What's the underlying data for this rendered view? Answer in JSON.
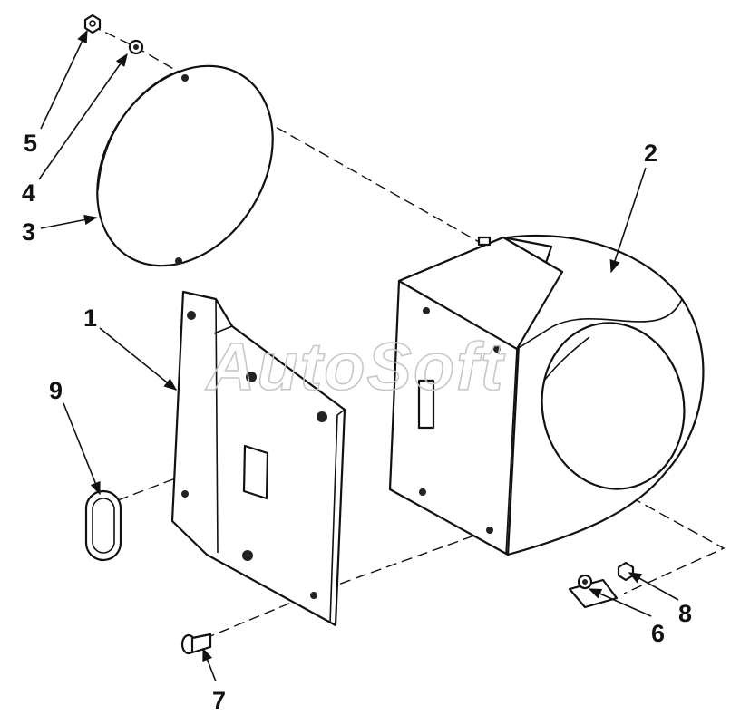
{
  "diagram": {
    "watermark": "AutoSoft",
    "callouts": [
      {
        "id": "1",
        "label": "1"
      },
      {
        "id": "2",
        "label": "2"
      },
      {
        "id": "3",
        "label": "3"
      },
      {
        "id": "4",
        "label": "4"
      },
      {
        "id": "5",
        "label": "5"
      },
      {
        "id": "6",
        "label": "6"
      },
      {
        "id": "7",
        "label": "7"
      },
      {
        "id": "8",
        "label": "8"
      },
      {
        "id": "9",
        "label": "9"
      }
    ]
  },
  "colors": {
    "line": "#111111",
    "watermark": "#c8c8c8",
    "background": "#ffffff"
  }
}
